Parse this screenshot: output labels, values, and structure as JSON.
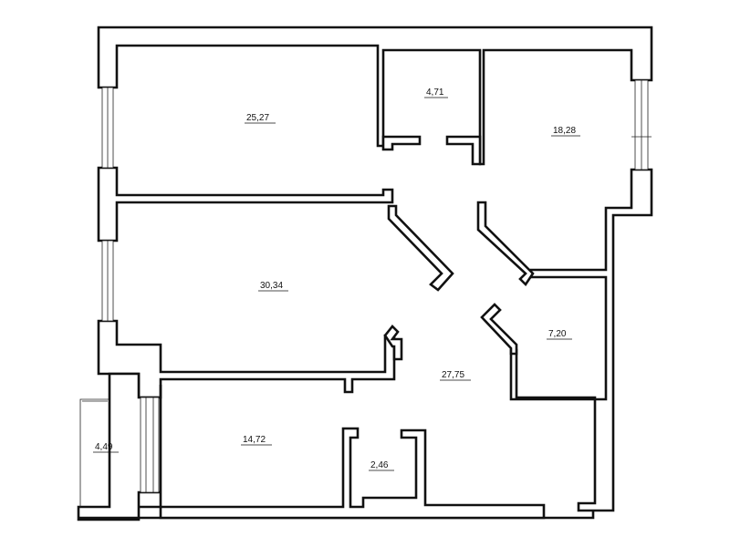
{
  "rooms": [
    {
      "id": "room-1",
      "area": "25,27"
    },
    {
      "id": "room-2",
      "area": "4,71"
    },
    {
      "id": "room-3",
      "area": "18,28"
    },
    {
      "id": "room-4",
      "area": "30,34"
    },
    {
      "id": "room-5",
      "area": "7,20"
    },
    {
      "id": "room-6",
      "area": "27,75"
    },
    {
      "id": "room-7",
      "area": "14,72"
    },
    {
      "id": "room-8",
      "area": "4,49"
    },
    {
      "id": "room-9",
      "area": "2,46"
    }
  ]
}
